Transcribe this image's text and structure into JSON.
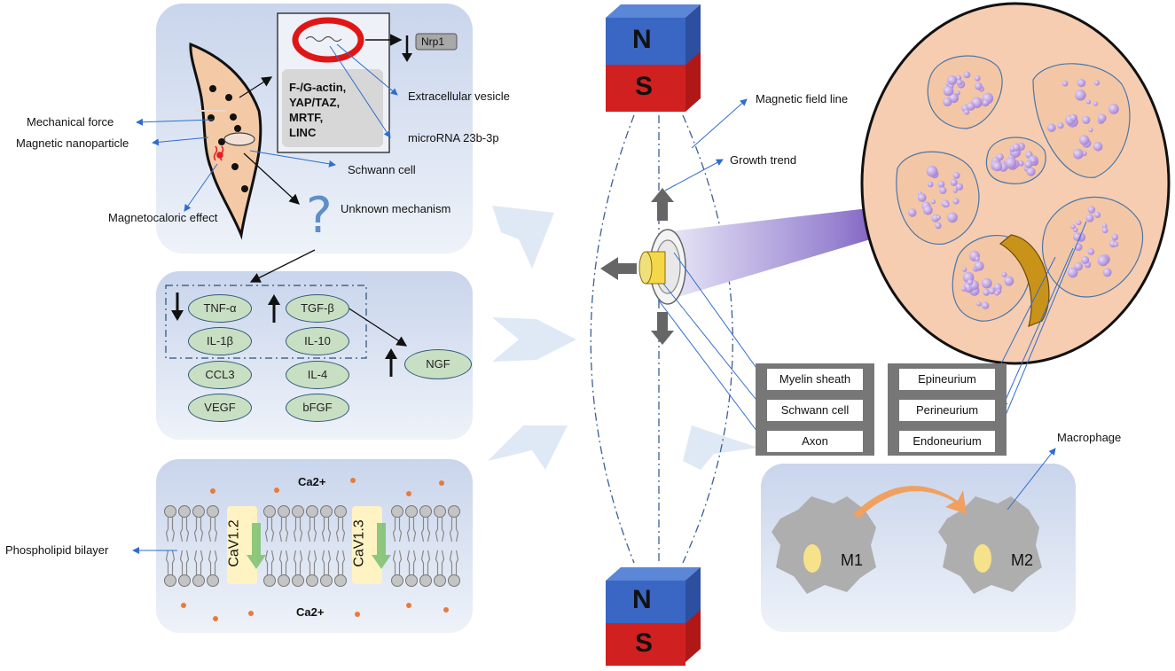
{
  "mechanism_panel": {
    "vesicle_box_text": [
      "F-/G-actin,",
      "YAP/TAZ,",
      "MRTF,",
      "LINC"
    ],
    "nrp1": "Nrp1",
    "labels": {
      "mechanical_force": "Mechanical force",
      "magnetic_nanoparticle": "Magnetic nanoparticle",
      "magnetocaloric_effect": "Magnetocaloric effect",
      "extracellular_vesicle": "Extracellular vesicle",
      "microrna": "microRNA 23b-3p",
      "schwann_cell": "Schwann cell",
      "unknown_mechanism": "Unknown mechanism"
    }
  },
  "cytokine_panel": {
    "left_col": [
      "TNF-α",
      "IL-1β",
      "CCL3",
      "VEGF"
    ],
    "right_col": [
      "TGF-β",
      "IL-10",
      "IL-4",
      "bFGF"
    ],
    "ngf": "NGF"
  },
  "channel_panel": {
    "ca_top": "Ca2+",
    "ca_bottom": "Ca2+",
    "channel_1": "CaV1.2",
    "channel_2": "CaV1.3",
    "phospholipid": "Phospholipid  bilayer"
  },
  "magnet": {
    "n": "N",
    "s": "S"
  },
  "center_labels": {
    "field_line": "Magnetic  field line",
    "growth_trend": "Growth trend"
  },
  "nerve_labels": {
    "left": [
      "Myelin sheath",
      "Schwann cell",
      "Axon"
    ],
    "right": [
      "Epineurium",
      "Perineurium",
      "Endoneurium"
    ]
  },
  "macrophage": {
    "label": "Macrophage",
    "m1": "M1",
    "m2": "M2"
  },
  "colors": {
    "panel_top": "#cfd9ee",
    "panel_bottom": "#eef2f9",
    "magnet_blue": "#3a66c4",
    "magnet_red": "#d12020",
    "ellipse_fill": "#c9dfc3",
    "nerve_fill": "#f6cdb0",
    "fascicle_fill": "#f3c7a6",
    "vesicle_purple": "#b692d8",
    "arrow_blue": "#2f6ecc",
    "ca_orange": "#e87b3a"
  }
}
